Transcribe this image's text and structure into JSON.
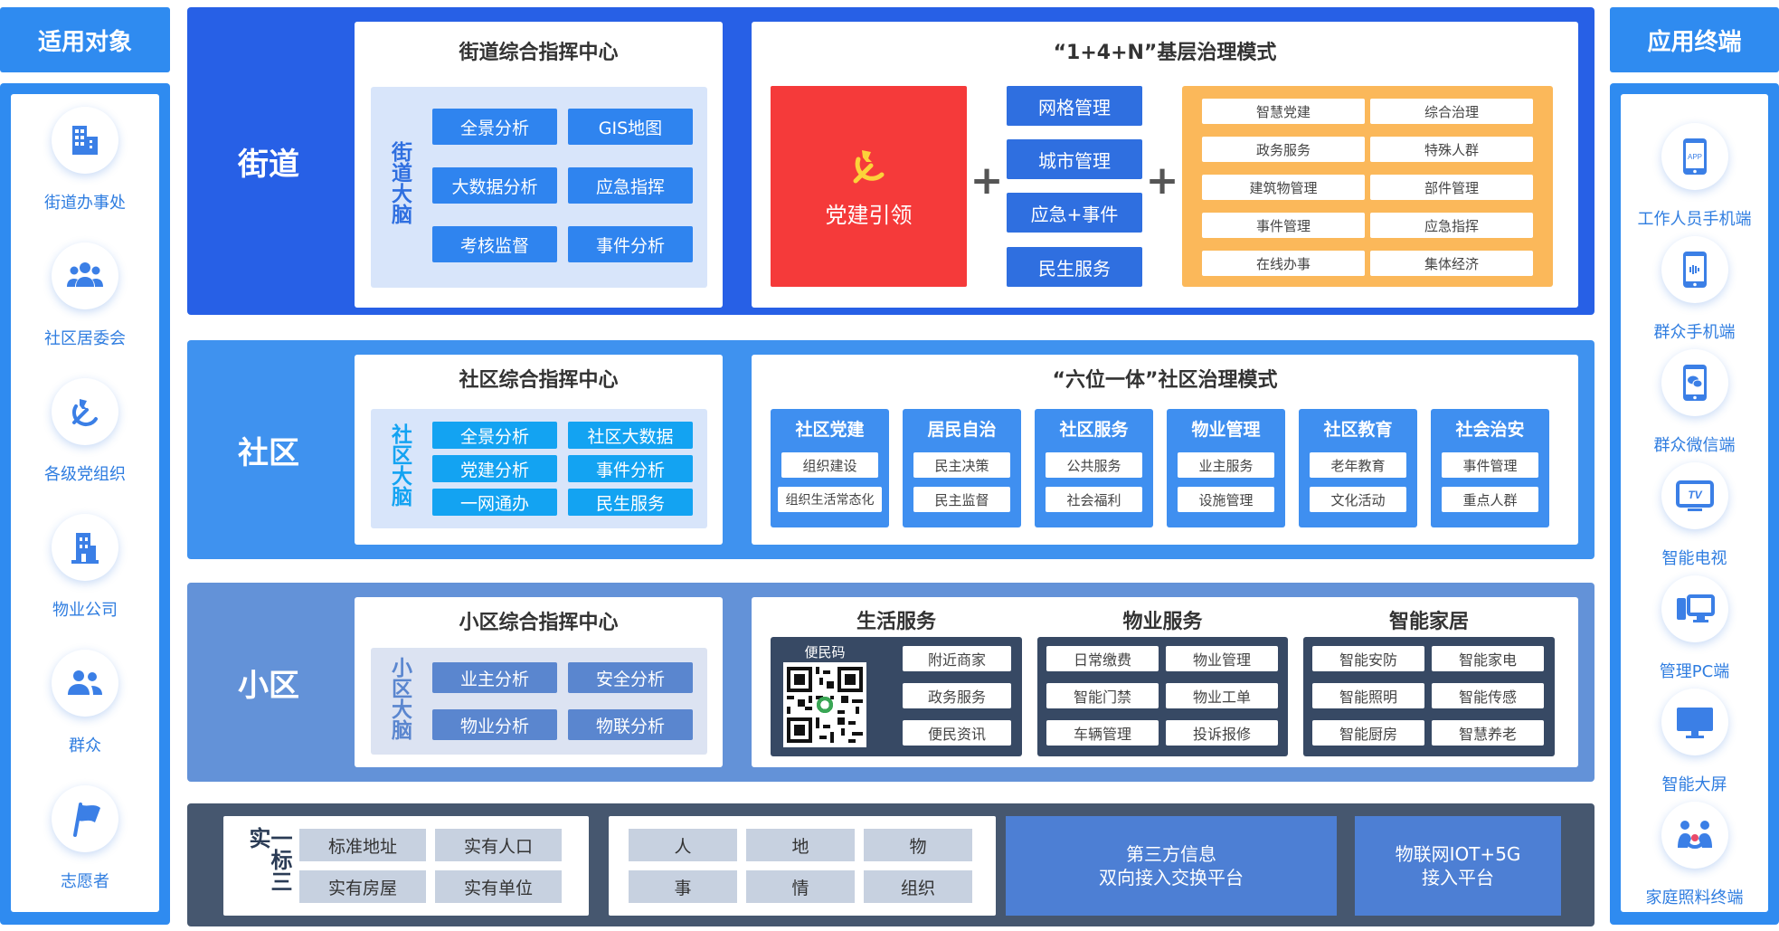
{
  "left": {
    "title": "适用对象",
    "items": [
      {
        "label": "街道办事处",
        "icon": "office-building-icon"
      },
      {
        "label": "社区居委会",
        "icon": "people-group-icon"
      },
      {
        "label": "各级党组织",
        "icon": "party-emblem-icon"
      },
      {
        "label": "物业公司",
        "icon": "company-building-icon"
      },
      {
        "label": "群众",
        "icon": "people-icon"
      },
      {
        "label": "志愿者",
        "icon": "flag-icon"
      }
    ]
  },
  "right": {
    "title": "应用终端",
    "items": [
      {
        "label": "工作人员手机端",
        "icon": "app-phone-icon",
        "glyph": "APP"
      },
      {
        "label": "群众手机端",
        "icon": "phone-icon",
        "glyph": ""
      },
      {
        "label": "群众微信端",
        "icon": "wechat-phone-icon",
        "glyph": ""
      },
      {
        "label": "智能电视",
        "icon": "tv-icon",
        "glyph": "TV"
      },
      {
        "label": "管理PC端",
        "icon": "pc-icon",
        "glyph": ""
      },
      {
        "label": "智能大屏",
        "icon": "monitor-icon",
        "glyph": ""
      },
      {
        "label": "家庭照料终端",
        "icon": "family-care-icon",
        "glyph": ""
      }
    ]
  },
  "street": {
    "label": "街道",
    "center_title": "街道综合指挥中心",
    "brain": "街道大脑",
    "chips": [
      "全景分析",
      "GIS地图",
      "大数据分析",
      "应急指挥",
      "考核监督",
      "事件分析"
    ],
    "model_title": "“1+4+N”基层治理模式",
    "party": "党建引领",
    "plus": "+",
    "four": [
      "网格管理",
      "城市管理",
      "应急+事件",
      "民生服务"
    ],
    "n": [
      "智慧党建",
      "综合治理",
      "政务服务",
      "特殊人群",
      "建筑物管理",
      "部件管理",
      "事件管理",
      "应急指挥",
      "在线办事",
      "集体经济"
    ]
  },
  "community": {
    "label": "社区",
    "center_title": "社区综合指挥中心",
    "brain": "社区大脑",
    "chips": [
      "全景分析",
      "社区大数据",
      "党建分析",
      "事件分析",
      "一网通办",
      "民生服务"
    ],
    "model_title": "“六位一体”社区治理模式",
    "cards": [
      {
        "title": "社区党建",
        "items": [
          "组织建设",
          "组织生活常态化"
        ]
      },
      {
        "title": "居民自治",
        "items": [
          "民主决策",
          "民主监督"
        ]
      },
      {
        "title": "社区服务",
        "items": [
          "公共服务",
          "社会福利"
        ]
      },
      {
        "title": "物业管理",
        "items": [
          "业主服务",
          "设施管理"
        ]
      },
      {
        "title": "社区教育",
        "items": [
          "老年教育",
          "文化活动"
        ]
      },
      {
        "title": "社会治安",
        "items": [
          "事件管理",
          "重点人群"
        ]
      }
    ]
  },
  "estate": {
    "label": "小区",
    "center_title": "小区综合指挥中心",
    "brain": "小区大脑",
    "chips": [
      "业主分析",
      "安全分析",
      "物业分析",
      "物联分析"
    ],
    "groups": [
      {
        "title": "生活服务",
        "qr_label": "便民码",
        "items": [
          "附近商家",
          "政务服务",
          "便民资讯"
        ]
      },
      {
        "title": "物业服务",
        "items": [
          "日常缴费",
          "物业管理",
          "智能门禁",
          "物业工单",
          "车辆管理",
          "投诉报修"
        ]
      },
      {
        "title": "智能家居",
        "items": [
          "智能安防",
          "智能家电",
          "智能照明",
          "智能传感",
          "智能厨房",
          "智慧养老"
        ]
      }
    ]
  },
  "base": {
    "label": "一标三实",
    "four": [
      "标准地址",
      "实有人口",
      "实有房屋",
      "实有单位"
    ],
    "six": [
      "人",
      "地",
      "物",
      "事",
      "情",
      "组织"
    ],
    "third_party": [
      "第三方信息",
      "双向接入交换平台"
    ],
    "iot": [
      "物联网IOT+5G",
      "接入平台"
    ]
  },
  "colors": {
    "street_band": "#2760e6",
    "community_band": "#3f92ef",
    "estate_band": "#6392d8",
    "base_band": "#46576f",
    "party_red": "#f53a3a",
    "orange": "#fbb85a"
  }
}
